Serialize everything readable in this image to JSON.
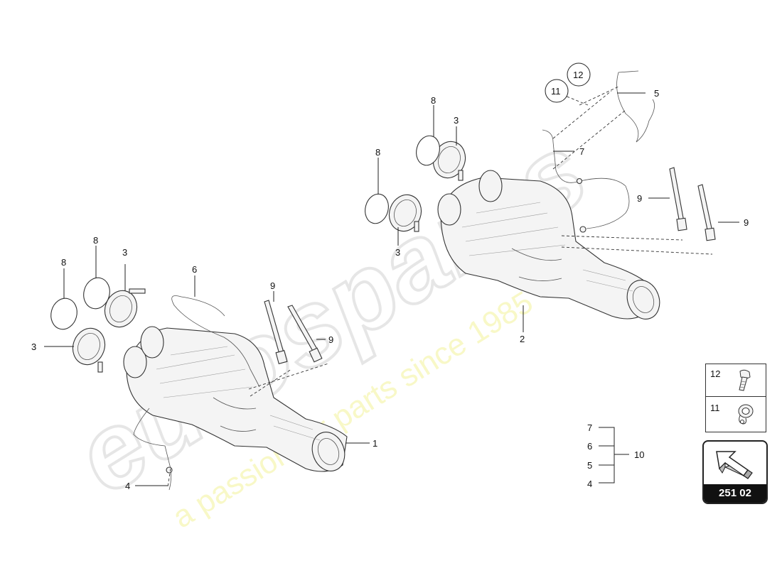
{
  "watermark": {
    "logo_text": "eurospares",
    "tagline": "a passion for parts since 1985"
  },
  "callouts": {
    "c1": "1",
    "c2": "2",
    "c3a": "3",
    "c3b": "3",
    "c3c": "3",
    "c3d": "3",
    "c4a": "4",
    "c4b": "4",
    "c5a": "5",
    "c5b": "5",
    "c6a": "6",
    "c6b": "6",
    "c7a": "7",
    "c7b": "7",
    "c8a": "8",
    "c8b": "8",
    "c8c": "8",
    "c8d": "8",
    "c9a": "9",
    "c9b": "9",
    "c9c": "9",
    "c9d": "9",
    "c10": "10",
    "c11": "11",
    "c12": "12"
  },
  "legend": {
    "rows": [
      {
        "number": "12",
        "icon": "bolt-icon"
      },
      {
        "number": "11",
        "icon": "clamp-icon"
      }
    ]
  },
  "navigation": {
    "label": "251 02",
    "icon": "arrow-icon"
  }
}
